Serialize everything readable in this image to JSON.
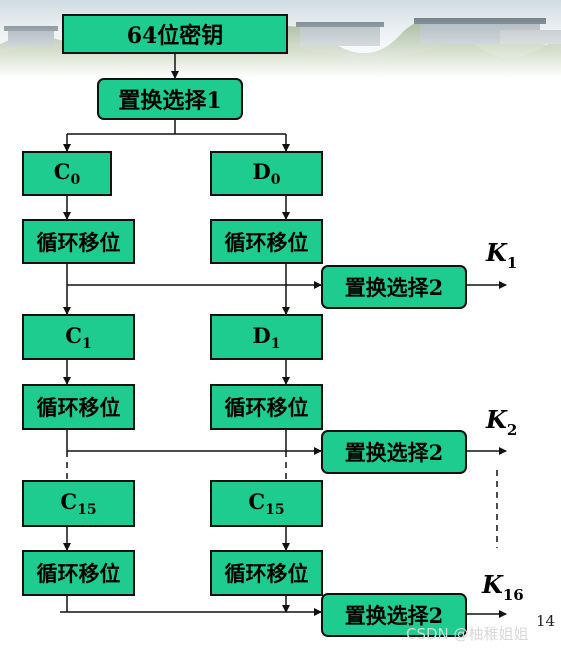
{
  "nodes": {
    "key": "64位密钥",
    "pc1": "置换选择1",
    "c0": {
      "letter": "C",
      "sub": "0"
    },
    "d0": {
      "letter": "D",
      "sub": "0"
    },
    "c1": {
      "letter": "C",
      "sub": "1"
    },
    "d1": {
      "letter": "D",
      "sub": "1"
    },
    "c15": {
      "letter": "C",
      "sub": "15"
    },
    "d15": {
      "letter": "C",
      "sub": "15"
    },
    "shift": "循环移位",
    "pc2": "置换选择2"
  },
  "outputs": [
    {
      "letter": "K",
      "sub": "1"
    },
    {
      "letter": "K",
      "sub": "2"
    },
    {
      "letter": "K",
      "sub": "16"
    }
  ],
  "page_number": "14",
  "watermark": "CSDN @柚稚姐姐",
  "colors": {
    "box_fill": "#1fcc8f",
    "border": "#111111"
  }
}
